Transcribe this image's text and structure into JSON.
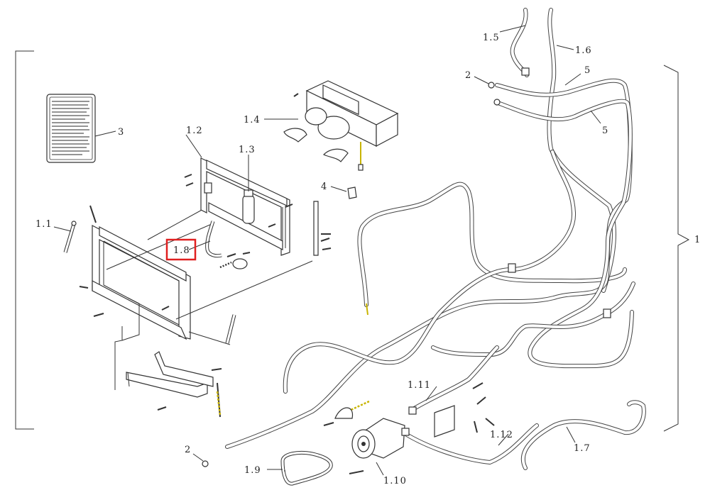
{
  "labels": {
    "l1_5": "1.5",
    "l1_6": "1.6",
    "l2_top": "2",
    "l5_a": "5",
    "l5_b": "5",
    "l1_4": "1.4",
    "l1_2": "1.2",
    "l1_3": "1.3",
    "l3": "3",
    "l4": "4",
    "l1_1": "1.1",
    "l1_8": "1.8",
    "l1": "1",
    "l1_11": "1.11",
    "l1_12": "1.12",
    "l1_7": "1.7",
    "l2_bottom": "2",
    "l1_9": "1.9",
    "l1_10": "1.10"
  },
  "highlight_color": "#e02020"
}
